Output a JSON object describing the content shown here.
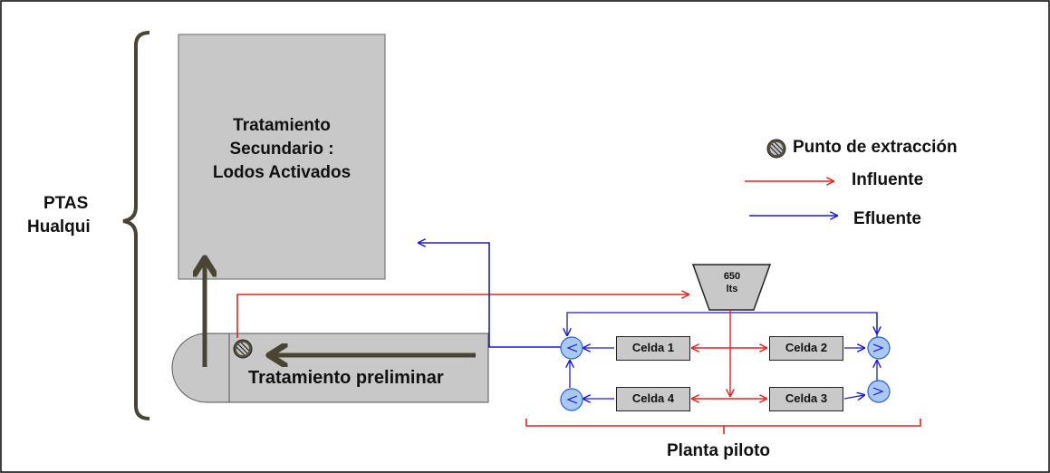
{
  "plant": {
    "name_line1": "PTAS",
    "name_line2": "Hualqui"
  },
  "secondary": {
    "line1": "Tratamiento",
    "line2": "Secundario :",
    "line3": "Lodos Activados"
  },
  "preliminary": {
    "label": "Tratamiento preliminar"
  },
  "tank": {
    "line1": "650",
    "line2": "lts"
  },
  "cells": {
    "c1": "Celda 1",
    "c2": "Celda 2",
    "c3": "Celda 3",
    "c4": "Celda 4"
  },
  "pilot": {
    "label": "Planta piloto"
  },
  "legend": {
    "extraction": "Punto de extracción",
    "influent": "Influente",
    "effluent": "Efluente"
  },
  "colors": {
    "influent": "#e8201e",
    "effluent": "#1a1ad6",
    "main_flow": "#4a4433",
    "box_fill": "#c8c8c8",
    "valve_fill": "#a9c8f2"
  }
}
